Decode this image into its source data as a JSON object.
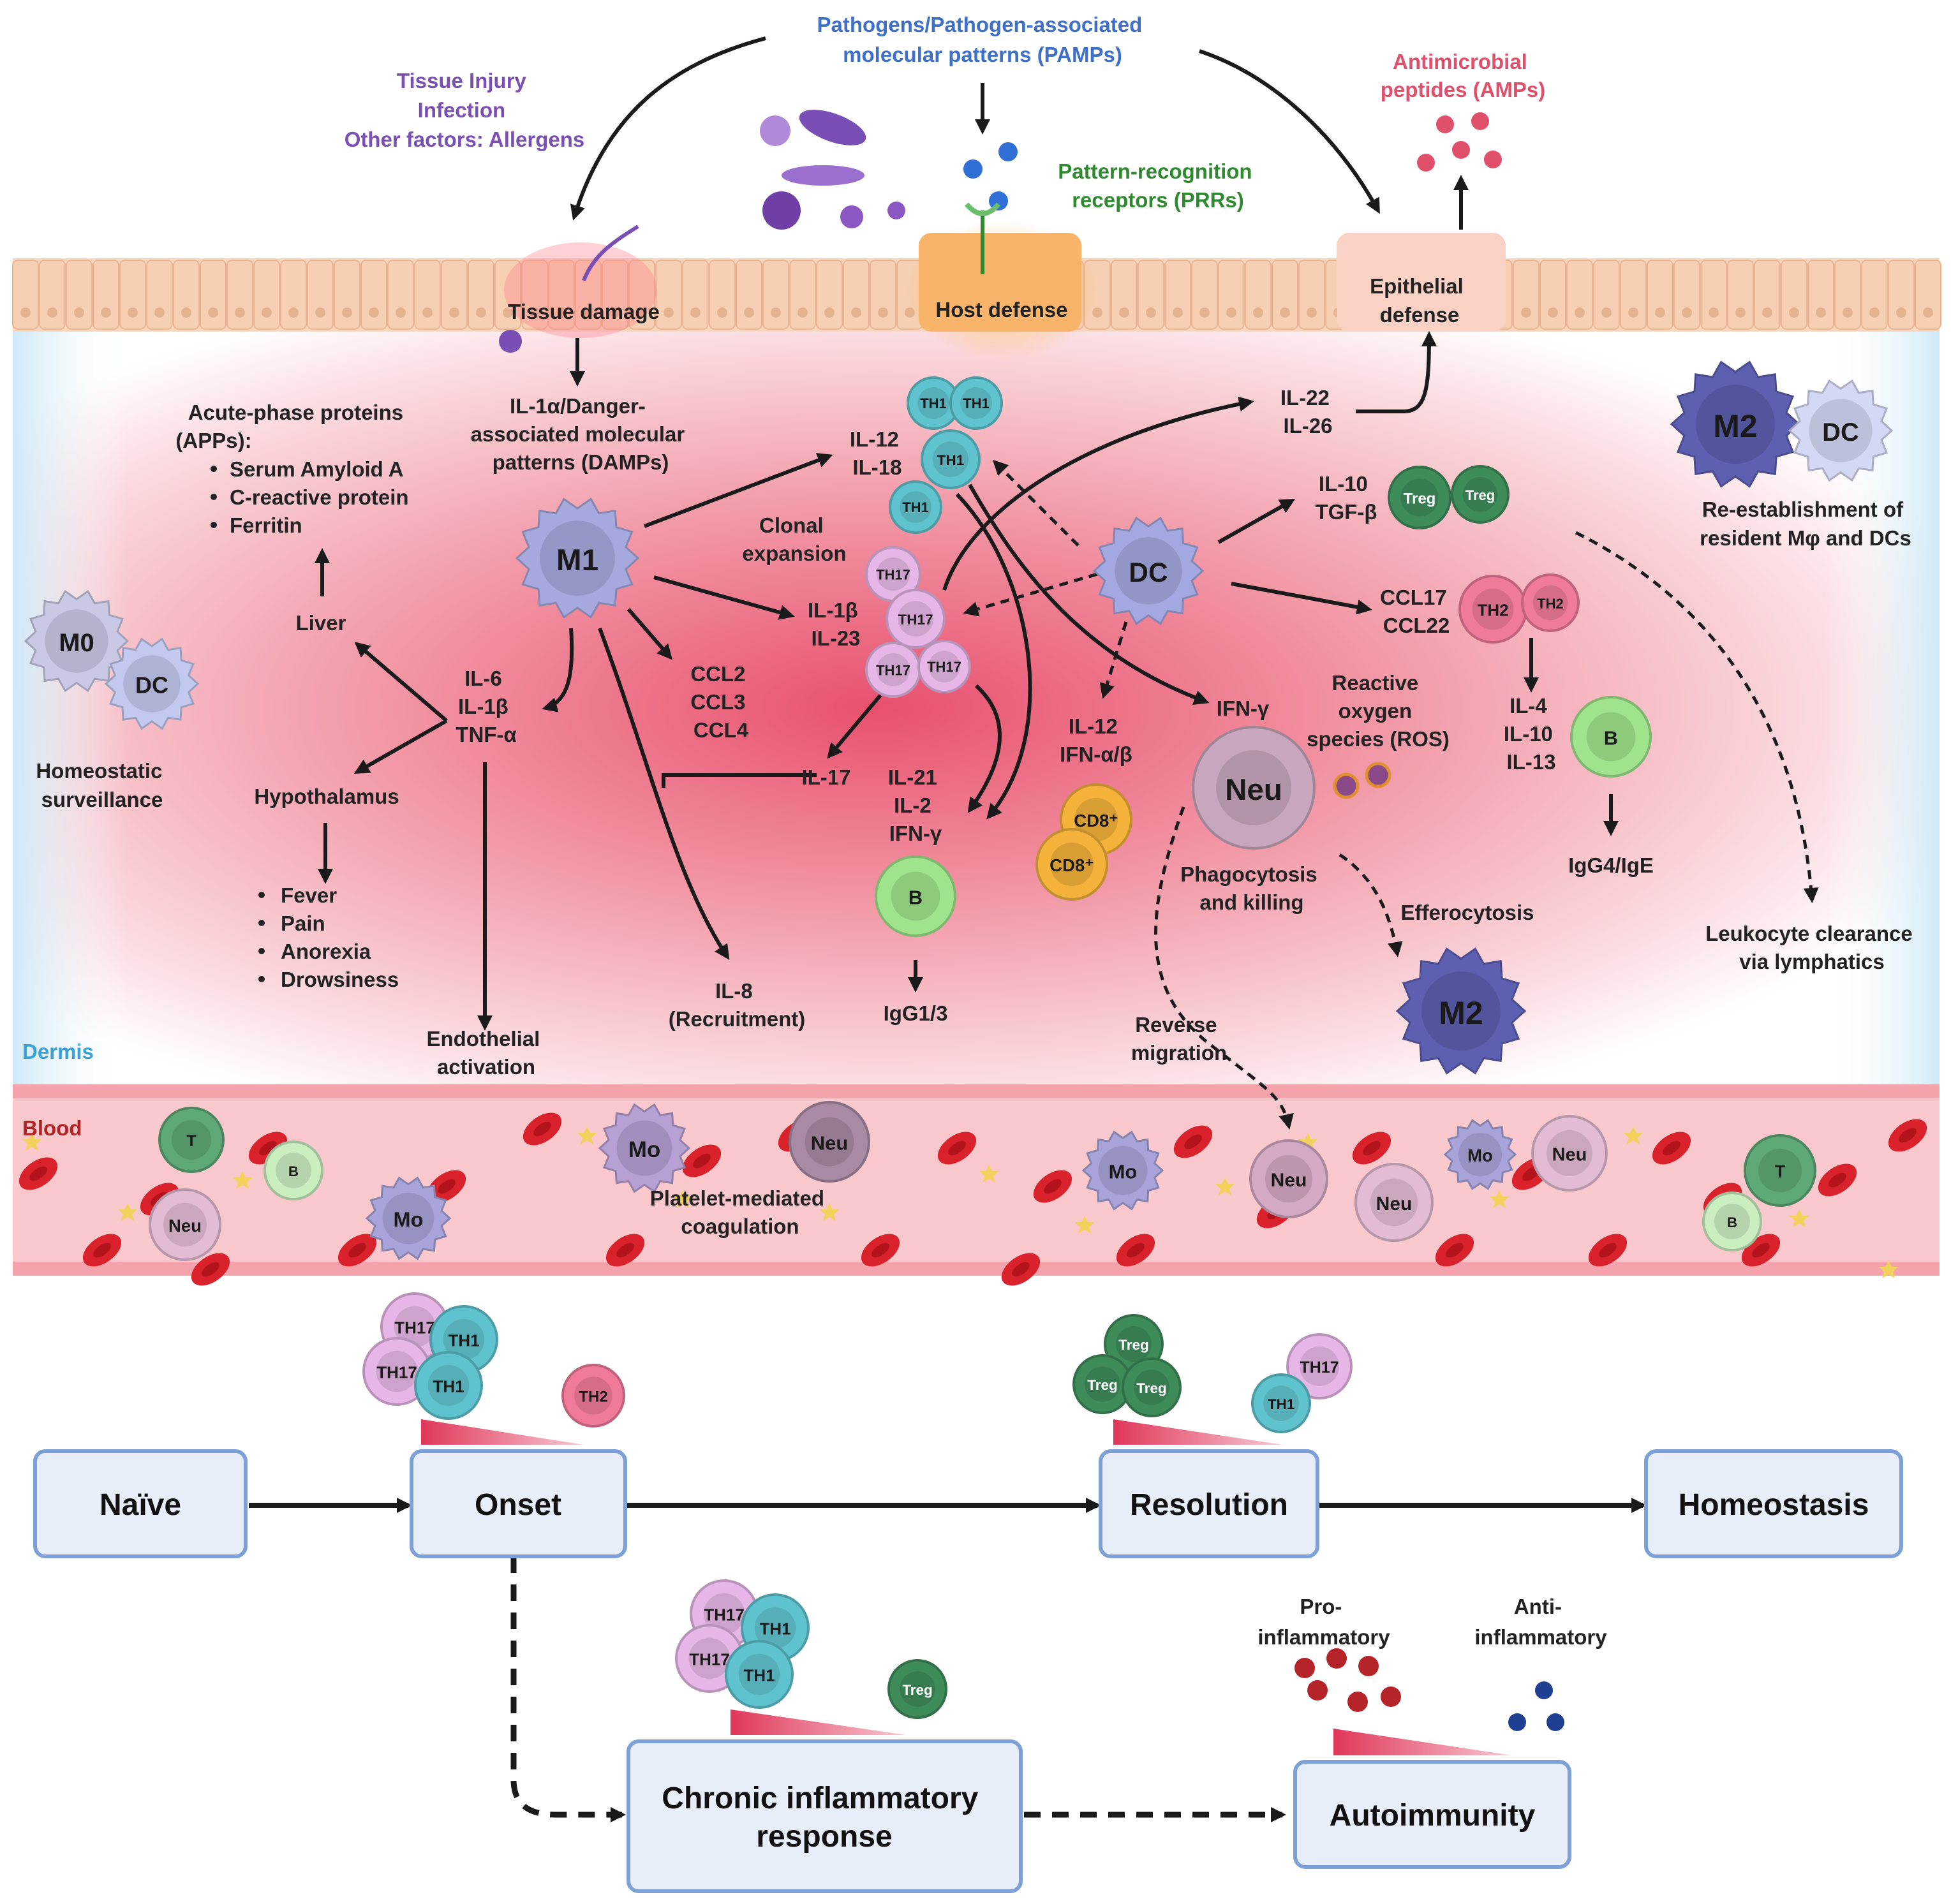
{
  "top": {
    "pathogens": [
      "Pathogens/Pathogen-associated",
      "molecular patterns (PAMPs)"
    ],
    "tissue_factors": [
      "Tissue Injury",
      "Infection",
      "Other factors: Allergens"
    ],
    "amp": [
      "Antimicrobial",
      "peptides (AMPs)"
    ],
    "prr": [
      "Pattern-recognition",
      "receptors (PRRs)"
    ],
    "tissue_damage": "Tissue damage",
    "host_defense": "Host defense",
    "epithelial_defense": [
      "Epithelial",
      "defense"
    ]
  },
  "dermis": {
    "label": "Dermis",
    "il1a": [
      "IL-1α/Danger-",
      "associated molecular",
      "patterns (DAMPs)"
    ],
    "app_title": [
      "Acute-phase proteins",
      "(APPs):"
    ],
    "app_items": [
      "Serum Amyloid A",
      "C-reactive protein",
      "Ferritin"
    ],
    "liver": "Liver",
    "il6": [
      "IL-6",
      "IL-1β",
      "TNF-α"
    ],
    "hypothalamus": "Hypothalamus",
    "symptoms": [
      "Fever",
      "Pain",
      "Anorexia",
      "Drowsiness"
    ],
    "endothelial": [
      "Endothelial",
      "activation"
    ],
    "homeostatic": [
      "Homeostatic",
      "surveillance"
    ],
    "il12_18": [
      "IL-12",
      "IL-18"
    ],
    "clonal": [
      "Clonal",
      "expansion"
    ],
    "il1b_23": [
      "IL-1β",
      "IL-23"
    ],
    "ccl": [
      "CCL2",
      "CCL3",
      "CCL4"
    ],
    "il17": "IL-17",
    "il21": [
      "IL-21",
      "IL-2",
      "IFN-γ"
    ],
    "igg13": "IgG1/3",
    "il8": [
      "IL-8",
      "(Recruitment)"
    ],
    "il22": [
      "IL-22",
      "IL-26"
    ],
    "il10": [
      "IL-10",
      "TGF-β"
    ],
    "ccl17": [
      "CCL17",
      "CCL22"
    ],
    "il4": [
      "IL-4",
      "IL-10",
      "IL-13"
    ],
    "igg4": "IgG4/IgE",
    "il12ifn": [
      "IL-12",
      "IFN-α/β"
    ],
    "ifng": "IFN-γ",
    "ros": [
      "Reactive",
      "oxygen",
      "species (ROS)"
    ],
    "phago": [
      "Phagocytosis",
      "and killing"
    ],
    "efferocytosis": "Efferocytosis",
    "reverse": [
      "Reverse",
      "migration"
    ],
    "reestablish": [
      "Re-establishment of",
      "resident Mφ and DCs"
    ],
    "clearance": [
      "Leukocyte clearance",
      "via lymphatics"
    ]
  },
  "cells": {
    "m0": "M0",
    "dc": "DC",
    "m1": "M1",
    "m2": "M2",
    "neu": "Neu",
    "b": "B",
    "t": "T",
    "mo": "Mo",
    "cd8": "CD8⁺",
    "th1": "TH1",
    "th17": "TH17",
    "th2": "TH2",
    "treg": "Treg"
  },
  "blood": {
    "label": "Blood",
    "platelet": [
      "Platelet-mediated",
      "coagulation"
    ]
  },
  "timeline": {
    "naive": "Naïve",
    "onset": "Onset",
    "resolution": "Resolution",
    "homeostasis": "Homeostasis",
    "chronic": [
      "Chronic inflammatory",
      "response"
    ],
    "autoimmunity": "Autoimmunity",
    "pro": [
      "Pro-",
      "inflammatory"
    ],
    "anti": [
      "Anti-",
      "inflammatory"
    ]
  },
  "colors": {
    "th1": "#5fc3cf",
    "th17": "#e6b6e6",
    "th2": "#f07a9a",
    "treg": "#3f8c5b",
    "m1": "#a6a9dd",
    "dc": "#b6b9ec",
    "m2": "#5d5fb0",
    "neu": "#b58aa6",
    "b": "#9fe38c",
    "cd8": "#f4b23a",
    "box": "#e8eef9",
    "boxline": "#7da1d6"
  }
}
